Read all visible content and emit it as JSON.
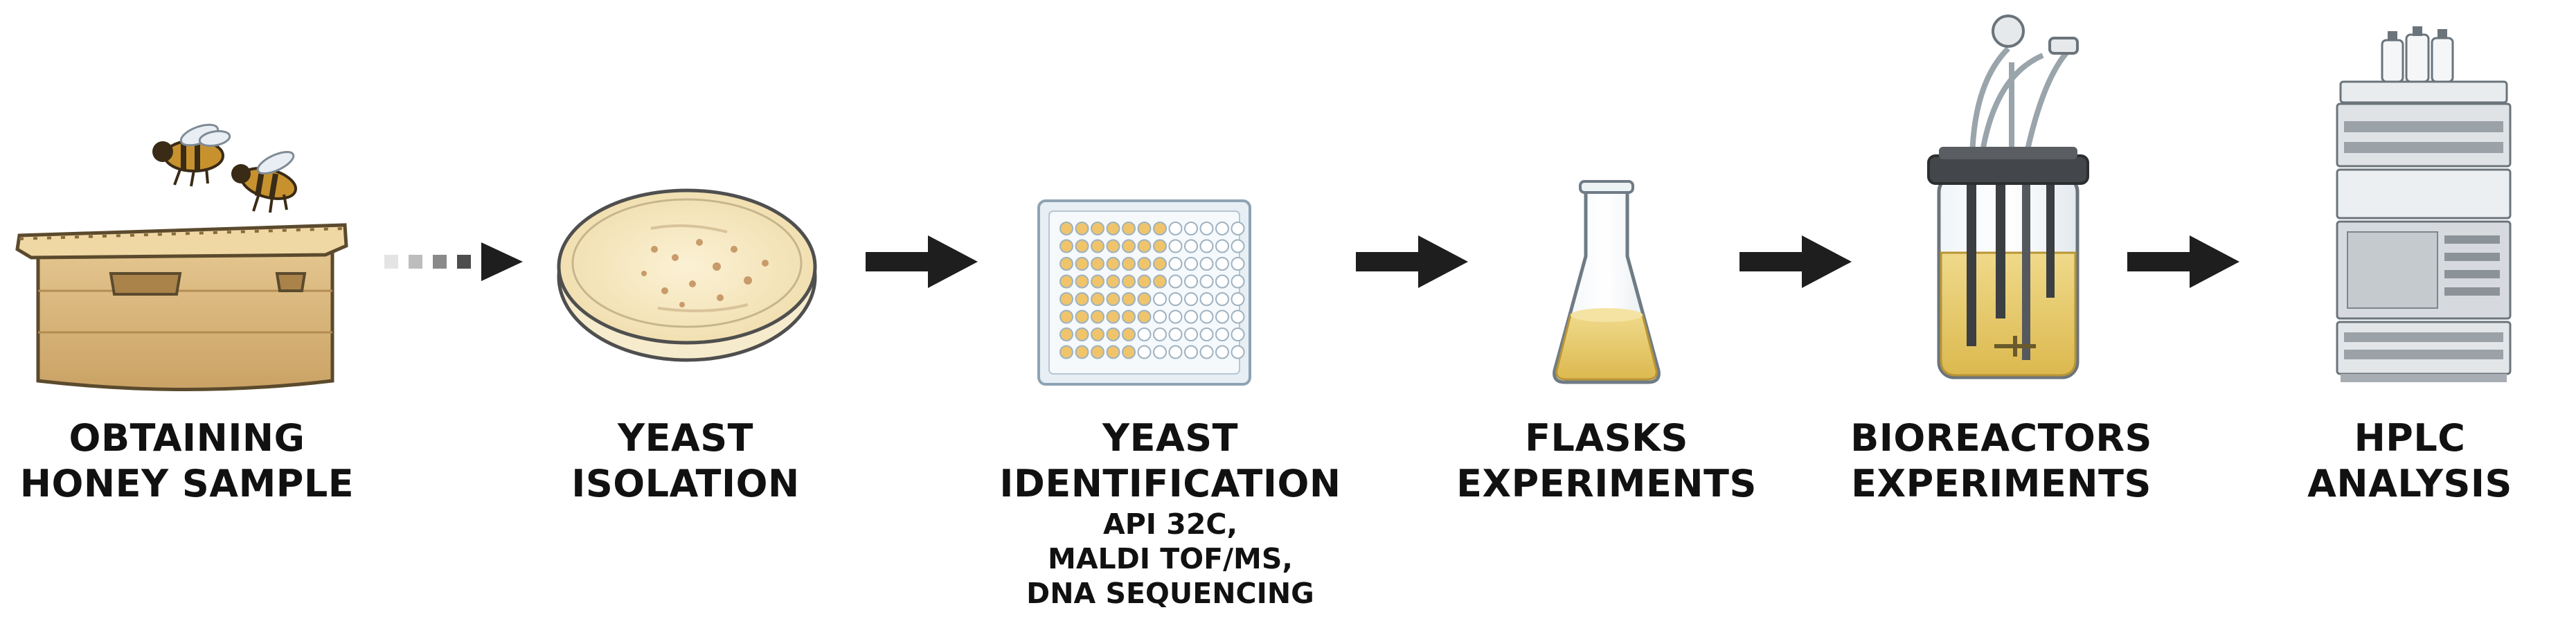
{
  "steps": [
    {
      "title_line1": "OBTAINING",
      "title_line2": "HONEY SAMPLE",
      "icon": "beehive-with-bees-icon"
    },
    {
      "title_line1": "YEAST",
      "title_line2": "ISOLATION",
      "icon": "petri-dish-icon"
    },
    {
      "title_line1": "YEAST",
      "title_line2": "IDENTIFICATION",
      "details": [
        "API 32C,",
        "MALDI TOF/MS,",
        "DNA SEQUENCING"
      ],
      "icon": "96-well-plate-icon"
    },
    {
      "title_line1": "FLASKS",
      "title_line2": "EXPERIMENTS",
      "icon": "erlenmeyer-flask-icon"
    },
    {
      "title_line1": "BIOREACTORS",
      "title_line2": "EXPERIMENTS",
      "icon": "bioreactor-icon"
    },
    {
      "title_line1": "HPLC ANALYSIS",
      "title_line2": "",
      "icon": "hplc-instrument-icon"
    }
  ],
  "arrows": [
    {
      "style": "dotted-gradient",
      "icon": "dotted-arrow-icon"
    },
    {
      "style": "solid",
      "icon": "arrow-right-icon"
    },
    {
      "style": "solid",
      "icon": "arrow-right-icon"
    },
    {
      "style": "solid",
      "icon": "arrow-right-icon"
    },
    {
      "style": "solid",
      "icon": "arrow-right-icon"
    }
  ],
  "colors": {
    "text": "#111111",
    "arrow": "#1e1e1e",
    "wood": "#d9b77c",
    "agar": "#f3e2b8",
    "yeast": "#eab84a",
    "culture": "#e9cf6d"
  }
}
